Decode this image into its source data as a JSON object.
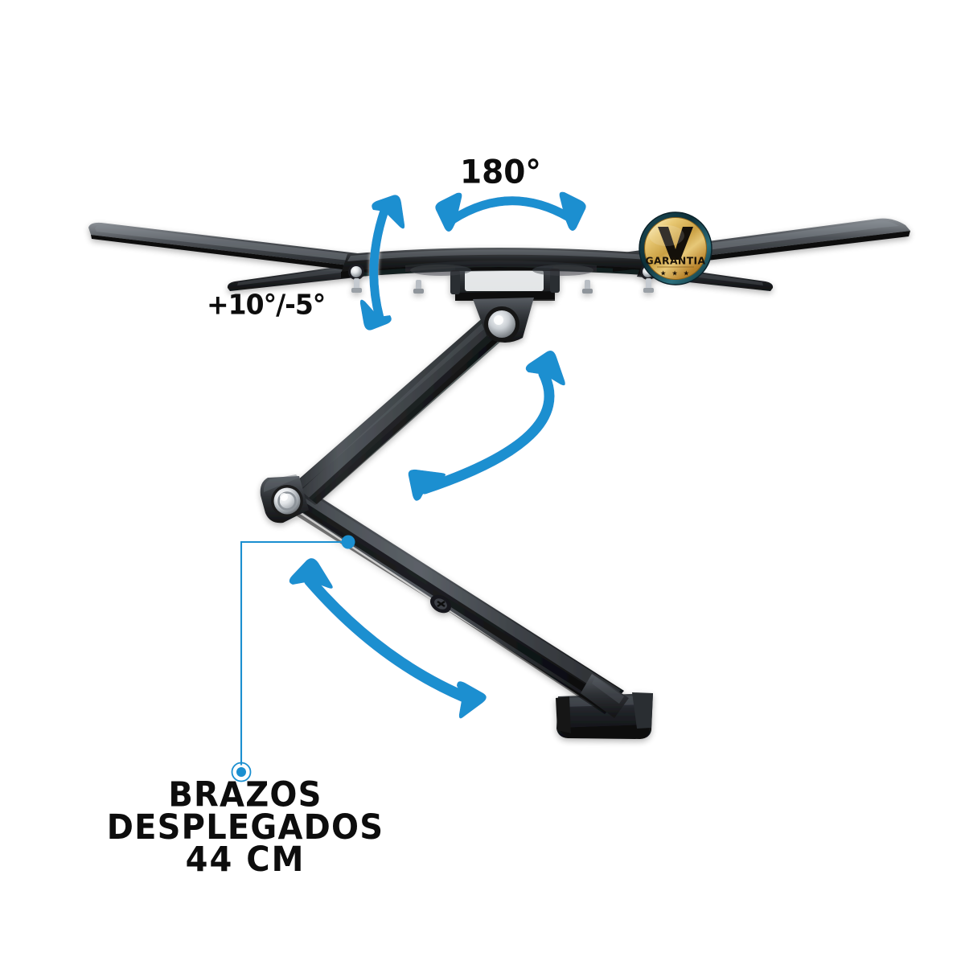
{
  "page": {
    "kind": "product-infographic",
    "product": "articulating-tv-wall-mount",
    "background_color": "#ffffff",
    "accent_color": "#1b8fd0",
    "text_color": "#0d0d0d"
  },
  "annotations": {
    "swivel_label": "180°",
    "tilt_label": "+10°/-5°"
  },
  "callout": {
    "line1": "BRAZOS",
    "line2": "DESPLEGADOS",
    "line3": "44 CM",
    "leader_dot_color": "#1b8fd0",
    "leader_line_color": "#1b8fd0"
  },
  "badge": {
    "letter": "V",
    "label": "GARANTIA",
    "stars": "★ ★ ★",
    "ring_color": "#123a46",
    "gold_light": "#f5e3a8",
    "gold_mid": "#d6a33a",
    "gold_dark": "#b8832a",
    "text_color": "#1a1008"
  },
  "arrows": [
    {
      "name": "swivel-arc-arrow",
      "direction": "double",
      "color": "#1b8fd0"
    },
    {
      "name": "tilt-vertical-arrow",
      "direction": "double",
      "color": "#1b8fd0"
    },
    {
      "name": "upper-arm-arrow",
      "direction": "double",
      "color": "#1b8fd0"
    },
    {
      "name": "lower-arm-arrow",
      "direction": "double",
      "color": "#1b8fd0"
    }
  ],
  "product_parts": [
    "vesa-crossbar",
    "vesa-arm-upper-left",
    "vesa-arm-upper-right",
    "vesa-arm-lower-left",
    "vesa-arm-lower-right",
    "center-mount-plate",
    "shoulder-pivot-joint",
    "upper-arm",
    "elbow-joint",
    "lower-arm",
    "wall-base-plate"
  ]
}
